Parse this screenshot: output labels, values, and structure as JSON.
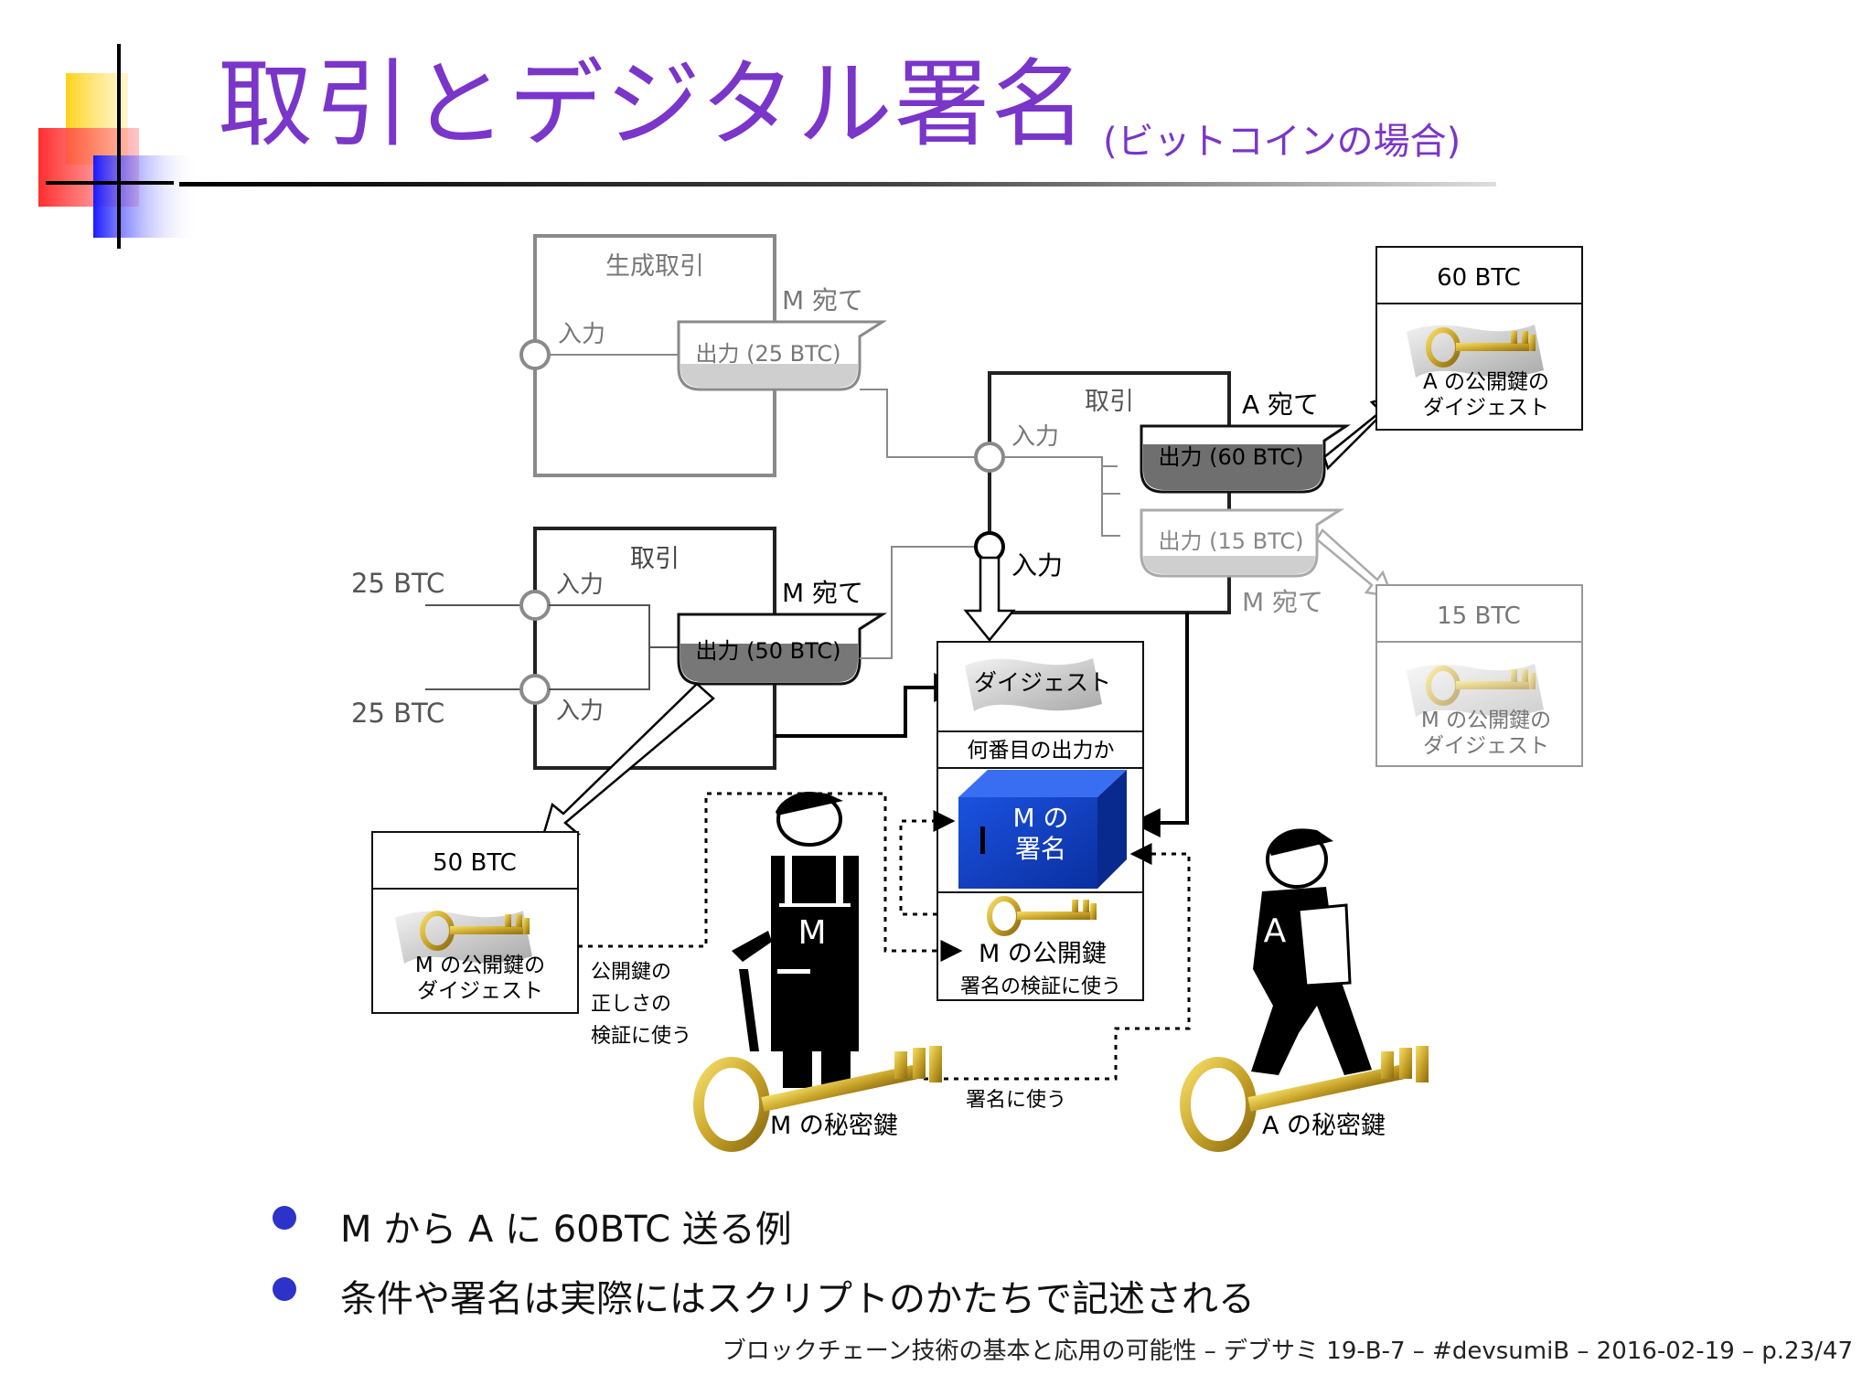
{
  "slide": {
    "title": "取引とデジタル署名",
    "subtitle": "(ビットコインの場合)",
    "bullets": [
      "M から A に 60BTC 送る例",
      "条件や署名は実際にはスクリプトのかたちで記述される"
    ],
    "footer": "ブロックチェーン技術の基本と応用の可能性 – デブサミ 19-B-7 – #devsumiB – 2016-02-19 – p.23/47"
  },
  "diagram": {
    "gen_tx": {
      "title": "生成取引",
      "input": "入力",
      "output": "出力 (25 BTC)",
      "dest": "M 宛て"
    },
    "tx_left": {
      "title": "取引",
      "input1": "入力",
      "input2": "入力",
      "in_amount1": "25 BTC",
      "in_amount2": "25 BTC",
      "output": "出力 (50 BTC)",
      "dest": "M 宛て"
    },
    "tx_right": {
      "title": "取引",
      "input1": "入力",
      "input2": "入力",
      "output1": "出力 (60 BTC)",
      "output2": "出力 (15 BTC)",
      "dest1": "A 宛て",
      "dest2": "M 宛て"
    },
    "box_60": {
      "amount": "60 BTC",
      "label_line1": "A の公開鍵の",
      "label_line2": "ダイジェスト"
    },
    "box_15": {
      "amount": "15 BTC",
      "label_line1": "M の公開鍵の",
      "label_line2": "ダイジェスト"
    },
    "box_50": {
      "amount": "50 BTC",
      "label_line1": "M の公開鍵の",
      "label_line2": "ダイジェスト"
    },
    "sig_input": {
      "digest": "ダイジェスト",
      "which_output": "何番目の出力か",
      "signature_line1": "M の",
      "signature_line2": "署名",
      "pubkey": "M の公開鍵",
      "pubkey_note": "署名の検証に使う"
    },
    "note_pubkey": [
      "公開鍵の",
      "正しさの",
      "検証に使う"
    ],
    "note_sign": "署名に使う",
    "m_badge": "M",
    "a_badge": "A",
    "m_private_key": "M の秘密鍵",
    "a_private_key": "A の秘密鍵"
  },
  "colors": {
    "title": "#7a35c9",
    "bullet": "#2d33c9",
    "signature_box": "#0a36c4",
    "key_gold": "#c9a52a"
  }
}
